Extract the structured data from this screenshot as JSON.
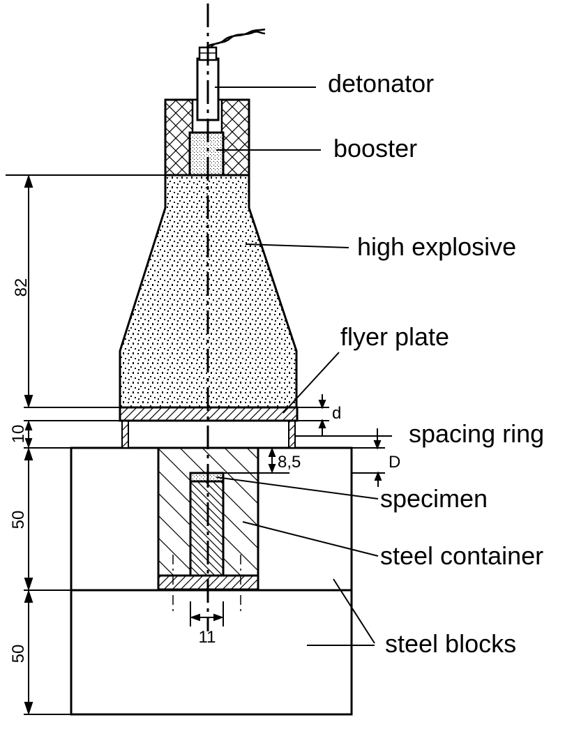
{
  "labels": {
    "detonator": "detonator",
    "booster": "booster",
    "high_explosive": "high explosive",
    "flyer_plate": "flyer plate",
    "spacing_ring": "spacing ring",
    "specimen": "specimen",
    "steel_container": "steel container",
    "steel_blocks": "steel blocks"
  },
  "dimensions": {
    "charge_height": "82",
    "ring_height": "10",
    "upper_block_height": "50",
    "lower_block_height": "50",
    "plate_thickness_symbol": "d",
    "gap_symbol": "D",
    "specimen_depth": "8,5",
    "specimen_diameter": "11"
  },
  "colors": {
    "ink": "#000000",
    "fill": "#ffffff"
  }
}
